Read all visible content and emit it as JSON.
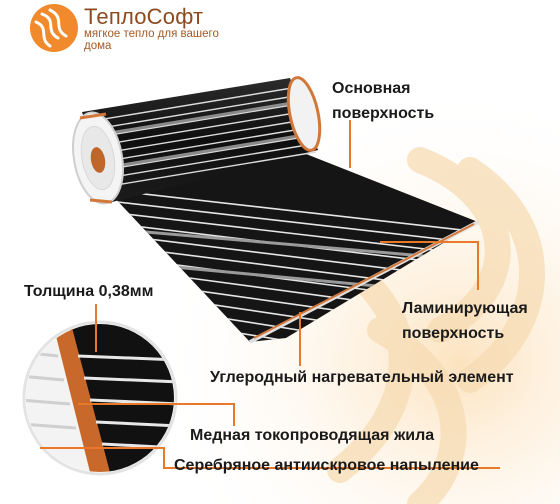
{
  "brand": {
    "name": "ТеплоСофт",
    "tagline": "мягкое тепло для вашего дома",
    "accent": "#e8782a",
    "text_color": "#8c4a1e"
  },
  "labels": {
    "main_surface": [
      "Основная",
      "поверхность"
    ],
    "laminated_surface": [
      "Ламинирующая",
      "поверхность"
    ],
    "thickness": "Толщина 0,38мм",
    "carbon_element": "Углеродный нагревательный элемент",
    "copper_wire": "Медная токопроводящая жила",
    "silver_coating": "Серебряное антиискровое напыление"
  },
  "colors": {
    "leader_line": "#e8782a",
    "film_dark": "#141414",
    "copper_strip": "#d2773a",
    "background_wave": "#fbe6c8"
  }
}
